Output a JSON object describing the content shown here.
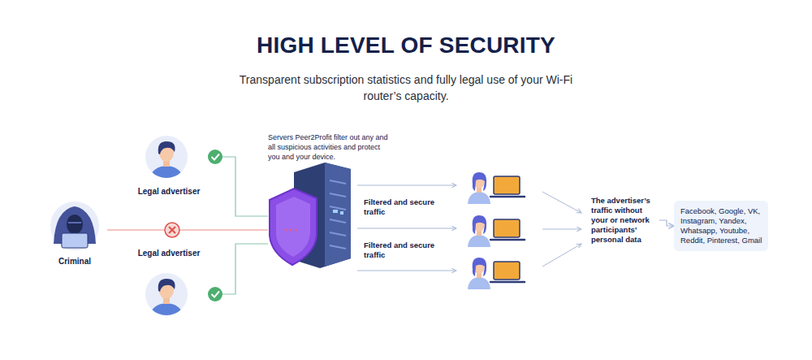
{
  "diagram": {
    "title": "HIGH LEVEL OF SECURITY",
    "caption": "Transparent subscription statistics and fully legal use of your Wi-Fi router’s capacity.",
    "nodes": [
      {
        "text": [
          "Legal advertiser"
        ]
      },
      {
        "text": [
          "Criminal"
        ]
      },
      {
        "text": [
          "Legal advertiser"
        ]
      },
      {
        "text": [
          "Servers Peer2Profit filter out any and all suspicious activities and protect you and your device."
        ]
      },
      {
        "text": [
          "The advertiser’s traffic without your or network participants’ personal data"
        ]
      },
      {
        "text": [
          "Facebook, Google, VK, Instagram, Yandex, Whatsapp, Youtube, Reddit, Pinterest, Gmail"
        ]
      }
    ],
    "edges": [
      {
        "from": 0,
        "to": 3,
        "arrow": "none"
      },
      {
        "from": 1,
        "to": 3,
        "arrow": "none"
      },
      {
        "from": 2,
        "to": 3,
        "arrow": "none"
      },
      {
        "from": 4,
        "to": 5,
        "arrow": "to"
      }
    ],
    "labels": [
      "Filtered and secure traffic",
      "Filtered and secure traffic"
    ]
  }
}
